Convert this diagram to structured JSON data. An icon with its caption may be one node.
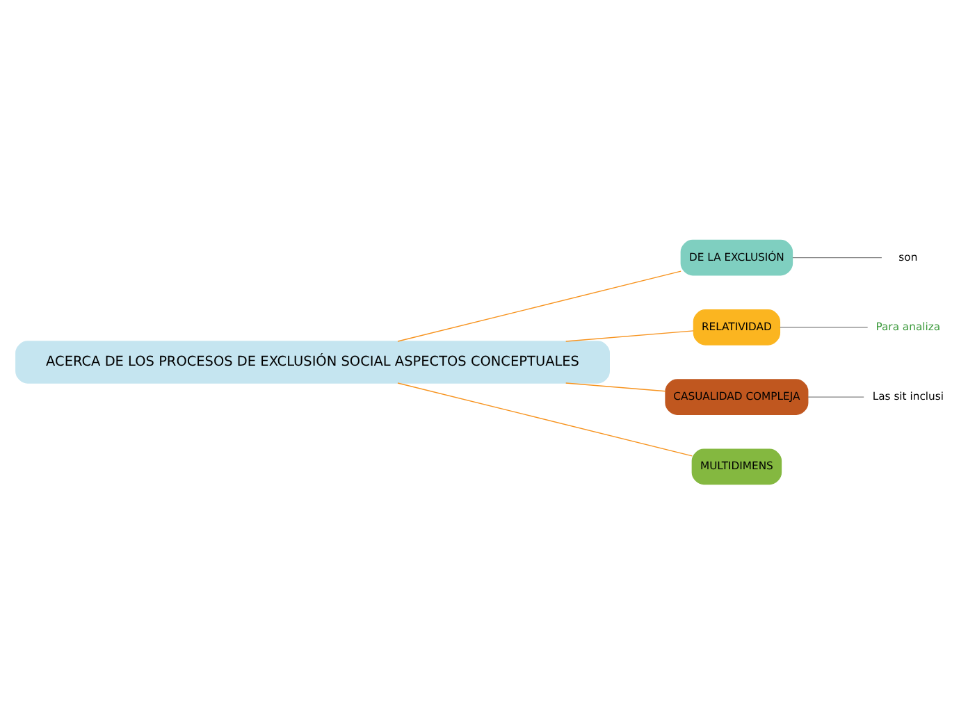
{
  "diagram": {
    "nodes": [
      {
        "text": [
          "ACERCA DE LOS PROCESOS DE EXCLUSIÓN SOCIAL ASPECTOS CONCEPTUALES"
        ]
      },
      {
        "text": [
          "DE LA EXCLUSIÓN"
        ]
      },
      {
        "text": [
          "son"
        ]
      },
      {
        "text": [
          "RELATIVIDAD"
        ]
      },
      {
        "text": [
          "Para analiza"
        ]
      },
      {
        "text": [
          "CASUALIDAD COMPLEJA"
        ]
      },
      {
        "text": [
          "Las sit inclusi"
        ]
      },
      {
        "text": [
          "MULTIDIMENS"
        ]
      }
    ],
    "edges": [
      {
        "from": 0,
        "to": 1,
        "arrow": "none",
        "color": "#f7931e"
      },
      {
        "from": 1,
        "to": 2,
        "arrow": "none",
        "color": "#808080"
      },
      {
        "from": 0,
        "to": 3,
        "arrow": "none",
        "color": "#f7931e"
      },
      {
        "from": 3,
        "to": 4,
        "arrow": "none",
        "color": "#808080"
      },
      {
        "from": 0,
        "to": 5,
        "arrow": "none",
        "color": "#f7931e"
      },
      {
        "from": 5,
        "to": 6,
        "arrow": "none",
        "color": "#808080"
      },
      {
        "from": 0,
        "to": 7,
        "arrow": "none",
        "color": "#f7931e"
      }
    ]
  }
}
